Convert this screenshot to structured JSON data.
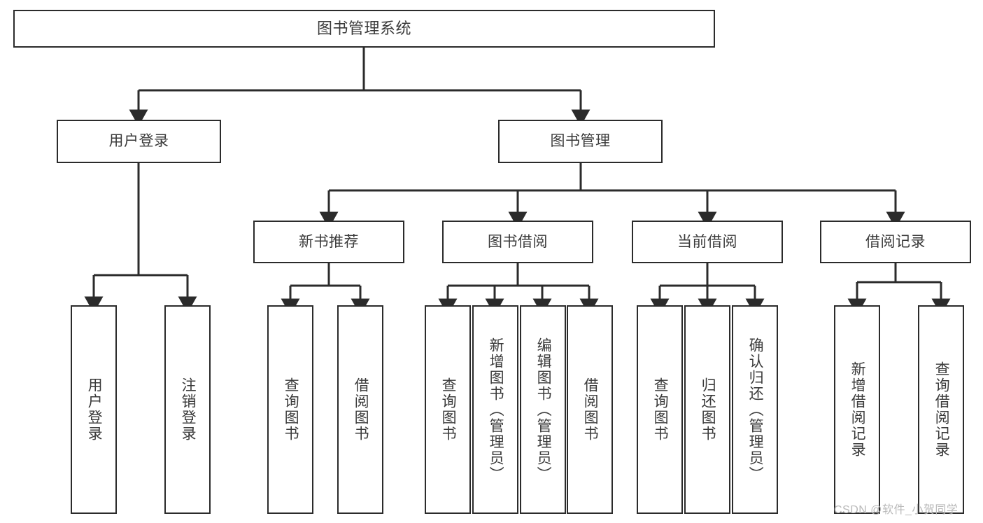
{
  "diagram": {
    "type": "tree",
    "title": "图书管理系统",
    "watermark": "CSDN @软件_小贺同学",
    "colors": {
      "box_border": "#2b2b2b",
      "box_fill": "#ffffff",
      "edge": "#2b2b2b",
      "text": "#3a3a3a",
      "watermark": "#b9b9b9"
    },
    "nodes": {
      "root": {
        "label": "图书管理系统"
      },
      "level2": [
        {
          "label": "用户登录"
        },
        {
          "label": "图书管理"
        }
      ],
      "level3": [
        {
          "label": "新书推荐"
        },
        {
          "label": "图书借阅"
        },
        {
          "label": "当前借阅"
        },
        {
          "label": "借阅记录"
        }
      ],
      "leaves_user_login": [
        {
          "label": "用户登录"
        },
        {
          "label": "注销登录"
        }
      ],
      "leaves_new_book": [
        {
          "label": "查询图书"
        },
        {
          "label": "借阅图书"
        }
      ],
      "leaves_borrow": [
        {
          "label": "查询图书"
        },
        {
          "label": "新增图书（管理员）"
        },
        {
          "label": "编辑图书（管理员）"
        },
        {
          "label": "借阅图书"
        }
      ],
      "leaves_current": [
        {
          "label": "查询图书"
        },
        {
          "label": "归还图书"
        },
        {
          "label": "确认归还（管理员）"
        }
      ],
      "leaves_records": [
        {
          "label": "新增借阅记录"
        },
        {
          "label": "查询借阅记录"
        }
      ]
    }
  }
}
